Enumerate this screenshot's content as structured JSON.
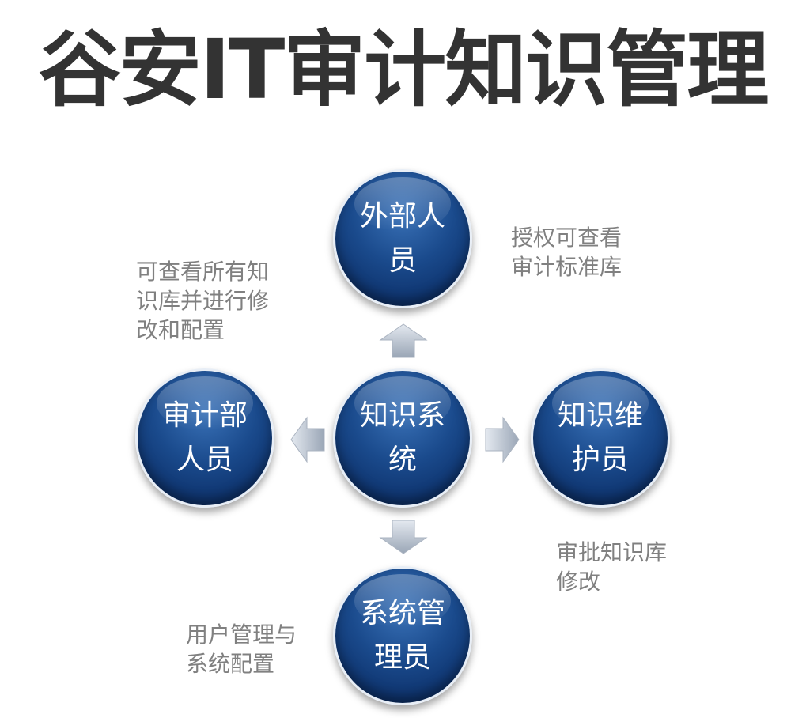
{
  "title": "谷安IT审计知识管理",
  "nodes": {
    "top": "外部人员",
    "left": "审计部人员",
    "center": "知识系统",
    "right": "知识维护员",
    "bottom": "系统管理员"
  },
  "notes": {
    "top_right": "授权可查看审计标准库",
    "upper_left": "可查看所有知识库并进行修改和配置",
    "right": "审批知识库修改",
    "bottom_left": "用户管理与系统配置"
  },
  "colors": {
    "title": "#333333",
    "node_fill": "#1a4a8c",
    "node_text": "#ffffff",
    "note_text": "#808080",
    "arrow": "#b8c2d0"
  }
}
